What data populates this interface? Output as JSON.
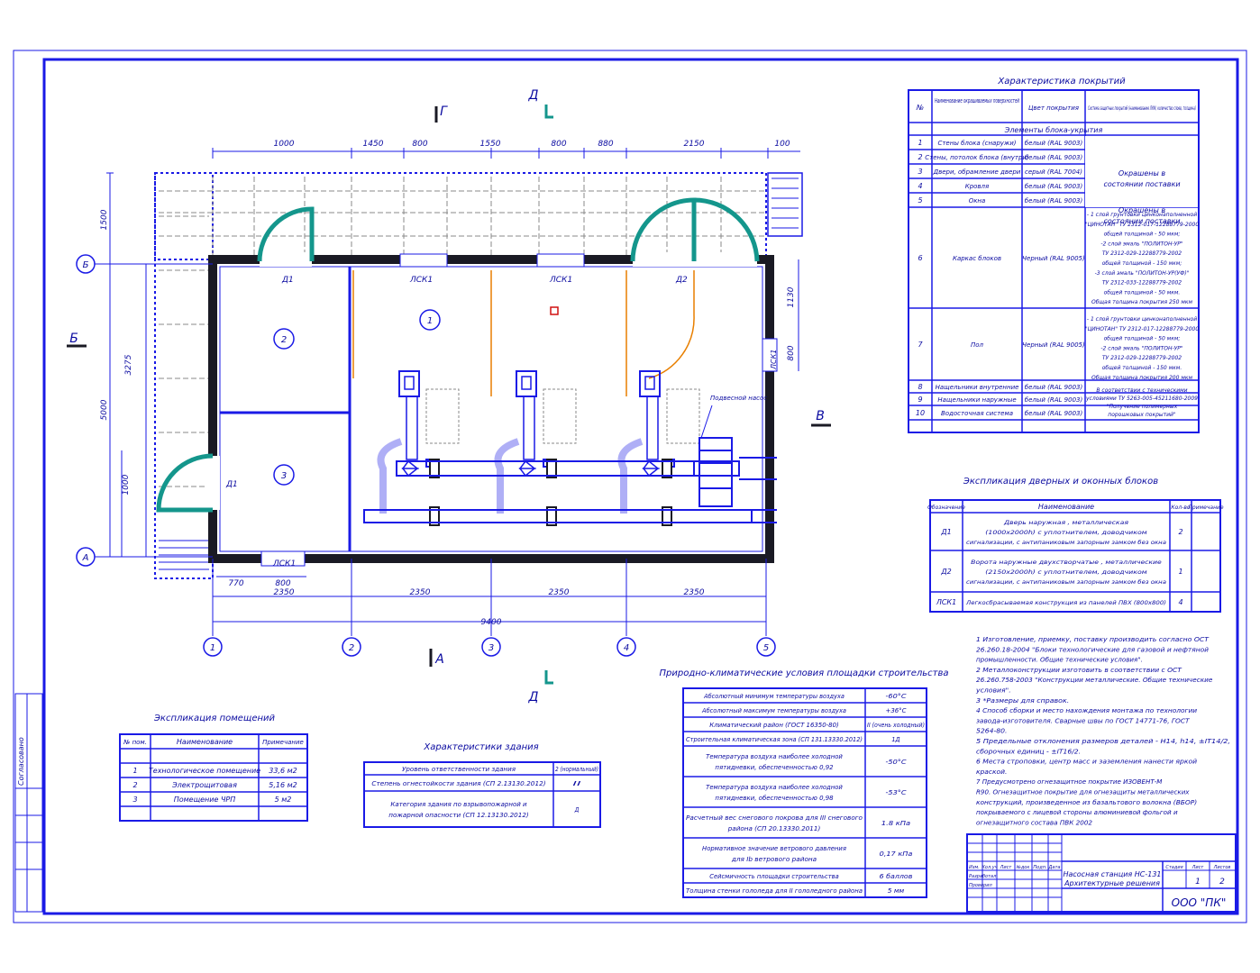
{
  "plan": {
    "top_dims": [
      "1000",
      "1450",
      "800",
      "1550",
      "800",
      "880",
      "2150",
      "100"
    ],
    "bottom_dims": [
      "2350",
      "2350",
      "2350",
      "2350"
    ],
    "total_dim": "9400",
    "bottom_small": [
      "770",
      "800"
    ],
    "left_dims": [
      "1500",
      "3275",
      "5000",
      "1000"
    ],
    "right_dims": [
      "1130",
      "800"
    ],
    "axes_cols": [
      "1",
      "2",
      "3",
      "4",
      "5"
    ],
    "axes_rows": [
      "Б",
      "А"
    ],
    "sections": {
      "top_g": "Г",
      "top_d": "Д",
      "bottom_a": "А",
      "bottom_d": "Д",
      "left_b": "Б",
      "right_v": "В"
    },
    "rooms": [
      "1",
      "2",
      "3"
    ],
    "labels": {
      "d1_top": "Д1",
      "d1_left": "Д1",
      "lsk_a": "ЛСК1",
      "lsk_b": "ЛСК1",
      "lsk_bottom": "ЛСК1",
      "d2": "Д2",
      "lsk_right": "ЛСК1",
      "pipe_note": "Подвесной насос"
    }
  },
  "coatings": {
    "title": "Характеристика покрытий",
    "headers": [
      "№",
      "Наименование окрашиваемых поверхностей",
      "Цвет покрытия",
      "Система защитных покрытий (наименование ЛКМ, количество слоев, толщина)"
    ],
    "subheader": "Элементы блока-укрытия",
    "rows": [
      [
        "1",
        "Стены блока (снаружи)",
        "белый (RAL 9003)"
      ],
      [
        "2",
        "Стены, потолок блока (внутри)",
        "белый (RAL 9003)"
      ],
      [
        "3",
        "Двери, обрамление двери",
        "серый (RAL 7004)"
      ],
      [
        "4",
        "Кровля",
        "белый (RAL 9003)"
      ],
      [
        "5",
        "Окна",
        "белый (RAL 9003)"
      ],
      [
        "6",
        "Каркас блоков",
        "Черный (RAL 9005)"
      ],
      [
        "7",
        "Пол",
        "Черный (RAL 9005)"
      ],
      [
        "8",
        "Нащельники внутренние",
        "белый (RAL 9003)"
      ],
      [
        "9",
        "Нащельники наружные",
        "белый (RAL 9003)"
      ],
      [
        "10",
        "Водосточная система",
        "белый (RAL 9003)"
      ]
    ],
    "painted_note": [
      "Окрашены в",
      "состоянии поставки"
    ],
    "sys6": [
      "- 1 слой грунтовки цинконаполненной",
      "\"ЦИНОТАН\" ТУ 2312-017-12288779-2000",
      "общей толщиной - 50 мкм;",
      "-2 слой эмаль \"ПОЛИТОН-УР\"",
      "ТУ 2312-029-12288779-2002",
      "общей толщиной - 150 мкм;",
      "-3 слой эмаль \"ПОЛИТОН-УР(УФ)\"",
      "ТУ 2312-033-12288779-2002",
      "общей толщиной - 50 мкм.",
      "Общая толщина покрытия 250 мкм"
    ],
    "sys7": [
      "- 1 слой грунтовки цинконаполненной",
      "\"ЦИНОТАН\" ТУ 2312-017-12288779-2000",
      "общей толщиной - 50 мкм;",
      "-2 слой эмаль \"ПОЛИТОН-УР\"",
      "ТУ 2312-029-12288779-2002",
      "общей толщиной - 150 мкм.",
      "Общая толщина покрытия 200 мкм"
    ],
    "sys8": [
      "В соответствии с техническими",
      "условиями ТУ 5263-005-45211680-2009",
      "\"Получение полимерных",
      "порошковых покрытий\""
    ]
  },
  "doors": {
    "title": "Экспликация дверных и оконных блоков",
    "headers": [
      "Обозначение",
      "Наименование",
      "Кол-во",
      "Примечание"
    ],
    "rows": [
      [
        "Д1",
        [
          "Дверь наружная , металлическая",
          "(1000х2000h) с уплотнителем, доводчиком",
          "сигнализации, с антипаниковым запорным замком без окна"
        ],
        "2"
      ],
      [
        "Д2",
        [
          "Ворота наружные двухстворчатые , металлические",
          "(2150х2000h) с уплотнителем, доводчиком",
          "сигнализации, с антипаниковым запорным замком без окна"
        ],
        "1"
      ],
      [
        "ЛСК1",
        [
          "Легкосбрасываемая конструкция из панелей ПВХ (800х800)"
        ],
        "4"
      ]
    ]
  },
  "notes": [
    "1  Изготовление, приемку, поставку производить согласно  ОСТ",
    "26.260.18-2004 \"Блоки технологические для газовой и нефтяной",
    "промышленности. Общие технические условия\".",
    "2  Металлоконструкции изготовить в соответствии с ОСТ",
    "26.260.758-2003 \"Конструкции металлические. Общие технические",
    "условия\".",
    "3  *Размеры для справок.",
    "4  Способ сборки и место нахождения монтажа по технологии",
    "завода-изготовителя. Сварные швы по ГОСТ 14771-76, ГОСТ",
    "5264-80.",
    "5  Предельные отклонения размеров деталей - Н14, h14,        ±IT14/2,",
    "сборочных единиц - ±IT16/2.",
    "6  Места строповки, центр масс и заземления нанести яркой",
    "краской.",
    "7  Предусмотрено огнезащитное покрытие ИЗОВЕНТ-М",
    "R90. Огнезащитное покрытие для огнезащиты металлических",
    "конструкций, произведенное из базальтового волокна (ВБОР)",
    "покрываемого с лицевой стороны алюминиевой фольгой и",
    "огнезащитного состава ПВК 2002"
  ],
  "climate": {
    "title": "Природно-климатические условия площадки строительства",
    "rows": [
      [
        [
          "Абсолютный минимум температуры воздуха"
        ],
        "-60°С"
      ],
      [
        [
          "Абсолютный максимум температуры воздуха"
        ],
        "+36°С"
      ],
      [
        [
          "Климатический район (ГОСТ 16350-80)"
        ],
        "II (очень холодный)"
      ],
      [
        [
          "Строительная климатическая зона  (СП 131.13330.2012)"
        ],
        "1Д"
      ],
      [
        [
          "Температура воздуха наиболее холодной",
          "пятидневки, обеспеченностью 0,92"
        ],
        "-50°С"
      ],
      [
        [
          "Температура воздуха наиболее холодной",
          "пятидневки, обеспеченностью 0,98"
        ],
        "-53°С"
      ],
      [
        [
          "Расчетный вес снегового покрова для III снегового",
          "района (СП 20.13330.2011)"
        ],
        "1.8 кПа"
      ],
      [
        [
          "Нормативное значение ветрового давления",
          "для Ib ветрового района"
        ],
        "0,17 кПа"
      ],
      [
        [
          "Сейсмичность площадки строительства"
        ],
        "6 баллов"
      ],
      [
        [
          "Толщина стенки гололеда для II гололедного района"
        ],
        "5 мм"
      ]
    ]
  },
  "rooms_tbl": {
    "title": "Экспликация помещений",
    "headers": [
      "№ пом.",
      "Наименование",
      "Примечание"
    ],
    "rows": [
      [
        "1",
        "Технологическое помещение",
        "33,6 м2"
      ],
      [
        "2",
        "Электрощитовая",
        "5,16 м2"
      ],
      [
        "3",
        "Помещение ЧРП",
        "5 м2"
      ]
    ]
  },
  "building": {
    "title": "Характеристики здания",
    "rows": [
      [
        [
          "Уровень ответственности здания"
        ],
        "2 (нормальный)"
      ],
      [
        [
          "Степень огнестойкости здания (СП 2.13130.2012)"
        ],
        "II"
      ],
      [
        [
          "Категория здания по взрывопожарной и",
          "пожарной опасности (СП 12.13130.2012)"
        ],
        "Д"
      ]
    ]
  },
  "stamp": {
    "head": [
      "Изм.",
      "Кол.уч",
      "Лист",
      "№док",
      "Подп.",
      "Дата"
    ],
    "roles": [
      "Разработал",
      "Проверил"
    ],
    "title_1": "Насосная станция НС-131",
    "title_2": "Архитектурные решения",
    "col_heads": [
      "Стадия",
      "Лист",
      "Листов"
    ],
    "sheet": "1",
    "sheets": "2",
    "company": "ООО \"ПК\"",
    "side": "Согласовано"
  },
  "colors": {
    "line": "#0a0aa0",
    "frame": "#1a1ae6",
    "wall": "#1a1a24",
    "door": "#14968c",
    "hatch": "#8a8a8a",
    "orange": "#e87f00",
    "red": "#d01010"
  }
}
